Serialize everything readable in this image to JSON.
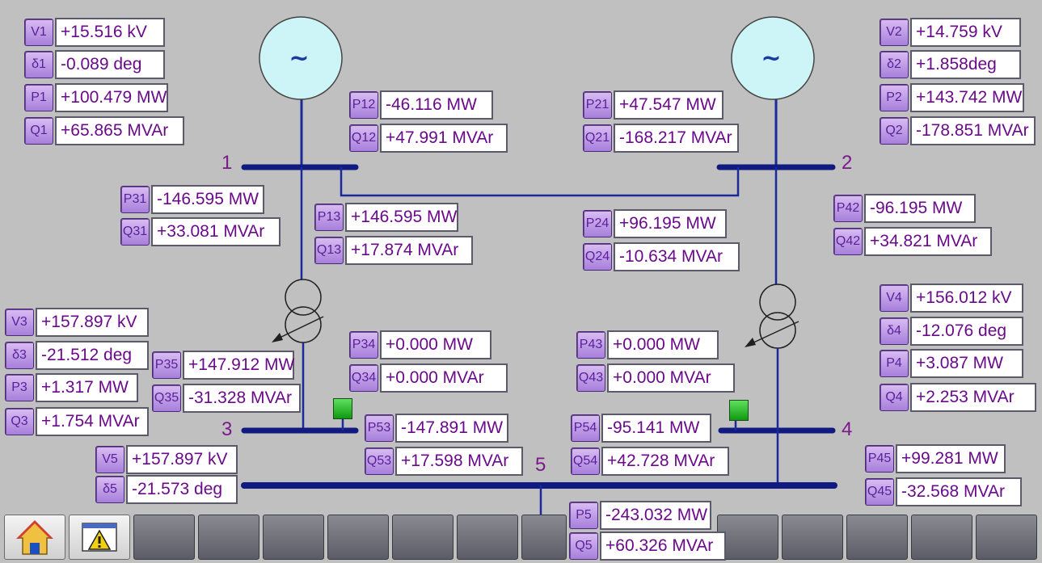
{
  "labels": {
    "V1": {
      "tag": "V1",
      "value": "+15.516 kV"
    },
    "d1": {
      "tag": "δ1",
      "value": "-0.089 deg"
    },
    "P1": {
      "tag": "P1",
      "value": "+100.479 MW"
    },
    "Q1": {
      "tag": "Q1",
      "value": "+65.865 MVAr"
    },
    "V2": {
      "tag": "V2",
      "value": "+14.759 kV"
    },
    "d2": {
      "tag": "δ2",
      "value": "+1.858deg"
    },
    "P2": {
      "tag": "P2",
      "value": "+143.742 MW"
    },
    "Q2": {
      "tag": "Q2",
      "value": "-178.851 MVAr"
    },
    "P12": {
      "tag": "P12",
      "value": "-46.116 MW"
    },
    "Q12": {
      "tag": "Q12",
      "value": "+47.991 MVAr"
    },
    "P21": {
      "tag": "P21",
      "value": "+47.547 MW"
    },
    "Q21": {
      "tag": "Q21",
      "value": "-168.217 MVAr"
    },
    "P31": {
      "tag": "P31",
      "value": "-146.595 MW"
    },
    "Q31": {
      "tag": "Q31",
      "value": "+33.081 MVAr"
    },
    "P13": {
      "tag": "P13",
      "value": "+146.595 MW"
    },
    "Q13": {
      "tag": "Q13",
      "value": "+17.874 MVAr"
    },
    "P24": {
      "tag": "P24",
      "value": "+96.195 MW"
    },
    "Q24": {
      "tag": "Q24",
      "value": "-10.634 MVAr"
    },
    "P42": {
      "tag": "P42",
      "value": "-96.195 MW"
    },
    "Q42": {
      "tag": "Q42",
      "value": "+34.821 MVAr"
    },
    "V3": {
      "tag": "V3",
      "value": "+157.897 kV"
    },
    "d3": {
      "tag": "δ3",
      "value": "-21.512 deg"
    },
    "P3": {
      "tag": "P3",
      "value": "+1.317 MW"
    },
    "Q3": {
      "tag": "Q3",
      "value": "+1.754 MVAr"
    },
    "P35": {
      "tag": "P35",
      "value": "+147.912 MW"
    },
    "Q35": {
      "tag": "Q35",
      "value": "-31.328 MVAr"
    },
    "P34": {
      "tag": "P34",
      "value": "+0.000 MW"
    },
    "Q34": {
      "tag": "Q34",
      "value": "+0.000 MVAr"
    },
    "P43": {
      "tag": "P43",
      "value": "+0.000 MW"
    },
    "Q43": {
      "tag": "Q43",
      "value": "+0.000 MVAr"
    },
    "V4": {
      "tag": "V4",
      "value": "+156.012 kV"
    },
    "d4": {
      "tag": "δ4",
      "value": "-12.076 deg"
    },
    "P4": {
      "tag": "P4",
      "value": "+3.087 MW"
    },
    "Q4": {
      "tag": "Q4",
      "value": "+2.253 MVAr"
    },
    "P53": {
      "tag": "P53",
      "value": "-147.891 MW"
    },
    "Q53": {
      "tag": "Q53",
      "value": "+17.598 MVAr"
    },
    "P54": {
      "tag": "P54",
      "value": "-95.141 MW"
    },
    "Q54": {
      "tag": "Q54",
      "value": "+42.728 MVAr"
    },
    "P45": {
      "tag": "P45",
      "value": "+99.281 MW"
    },
    "Q45": {
      "tag": "Q45",
      "value": "-32.568 MVAr"
    },
    "V5": {
      "tag": "V5",
      "value": "+157.897 kV"
    },
    "d5": {
      "tag": "δ5",
      "value": "-21.573 deg"
    },
    "P5": {
      "tag": "P5",
      "value": "-243.032 MW"
    },
    "Q5": {
      "tag": "Q5",
      "value": "+60.326 MVAr"
    }
  },
  "bus_numbers": {
    "b1": "1",
    "b2": "2",
    "b3": "3",
    "b4": "4",
    "b5": "5"
  },
  "generator_symbol": "~",
  "colors": {
    "background": "#c0c0c0",
    "bus": "#101a80",
    "line": "#1a2a9a",
    "generator_fill": "#cdf5f8",
    "tag": "#b58fe3",
    "value_text": "#6a0a8a",
    "bus_number": "#7a1a8a",
    "breaker_closed": "#22c022"
  },
  "icons": {
    "home_button": "home-icon",
    "alarm_button": "alarm-warning-icon",
    "breakers": "breaker-closed-icon",
    "load": "load-arrow-icon"
  }
}
